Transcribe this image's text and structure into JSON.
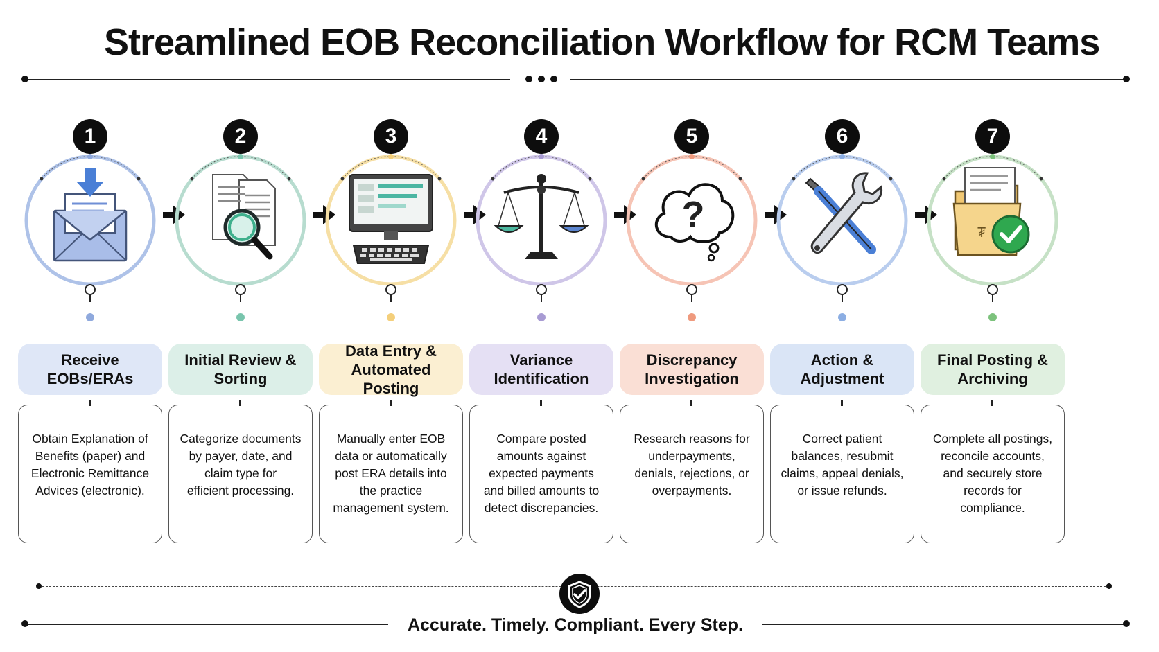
{
  "title": "Streamlined EOB Reconciliation Workflow for RCM Teams",
  "tagline": "Accurate. Timely. Compliant. Every Step.",
  "steps": [
    {
      "number": "1",
      "title_line1": "Receive",
      "title_line2": "EOBs/ERAs",
      "icon": "envelope-download-icon",
      "color": "#aec2e8",
      "label_bg": "#dfe7f7",
      "dot": "#8fa9dd",
      "desc": [
        "Obtain Explanation of",
        "Benefits (paper) and",
        "Electronic Remittance",
        "Advices (electronic)."
      ]
    },
    {
      "number": "2",
      "title_line1": "Initial Review &",
      "title_line2": "Sorting",
      "icon": "documents-magnifier-icon",
      "color": "#b7dccf",
      "label_bg": "#dcefe8",
      "dot": "#79c5ad",
      "desc": [
        "Categorize documents",
        "by payer, date, and",
        "claim type for",
        "efficient processing."
      ]
    },
    {
      "number": "3",
      "title_line1": "Data Entry &",
      "title_line2": "Automated Posting",
      "icon": "computer-keyboard-icon",
      "color": "#f6dfa5",
      "label_bg": "#fbefd2",
      "dot": "#f4cf7b",
      "desc": [
        "Manually enter EOB",
        "data or automatically",
        "post ERA details into",
        "the practice",
        "management system."
      ]
    },
    {
      "number": "4",
      "title_line1": "Variance",
      "title_line2": "Identification",
      "icon": "balance-scale-icon",
      "color": "#cfc6e8",
      "label_bg": "#e5e0f4",
      "dot": "#a89bd3",
      "desc": [
        "Compare posted",
        "amounts against",
        "expected payments",
        "and billed amounts to",
        "detect discrepancies."
      ]
    },
    {
      "number": "5",
      "title_line1": "Discrepancy",
      "title_line2": "Investigation",
      "icon": "question-cloud-icon",
      "color": "#f6c4b5",
      "label_bg": "#fadfd5",
      "dot": "#ef9a7e",
      "desc": [
        "Research reasons for",
        "underpayments,",
        "denials, rejections, or",
        "overpayments."
      ]
    },
    {
      "number": "6",
      "title_line1": "Action &",
      "title_line2": "Adjustment",
      "icon": "wrench-tools-icon",
      "color": "#b9cdee",
      "label_bg": "#dae5f6",
      "dot": "#8caee3",
      "desc": [
        "Correct patient",
        "balances, resubmit",
        "claims, appeal denials,",
        "or issue refunds."
      ]
    },
    {
      "number": "7",
      "title_line1": "Final Posting &",
      "title_line2": "Archiving",
      "icon": "folder-check-icon",
      "color": "#c6e1c6",
      "label_bg": "#e0f0e0",
      "dot": "#7cc27c",
      "desc": [
        "Complete all postings,",
        "reconcile accounts,",
        "and securely store",
        "records for",
        "compliance."
      ]
    }
  ]
}
